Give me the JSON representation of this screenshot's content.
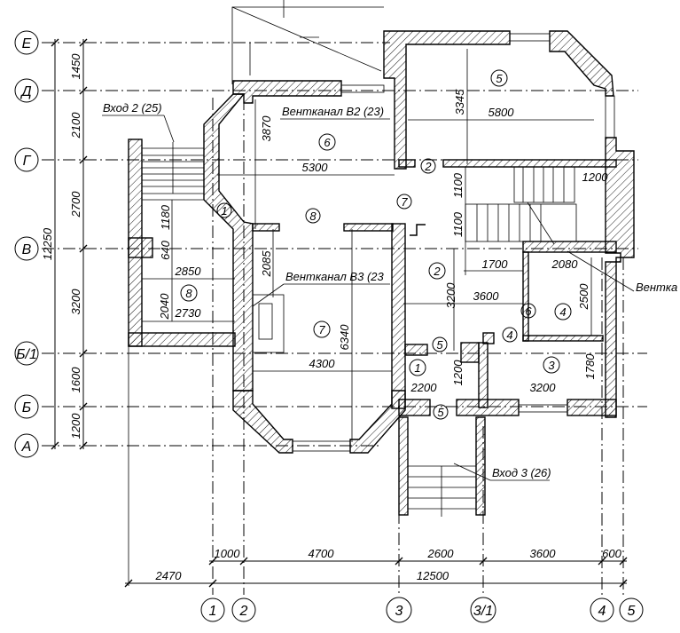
{
  "axes_rows": [
    "Е",
    "Д",
    "Г",
    "В",
    "Б/1",
    "Б",
    "А"
  ],
  "axes_cols": [
    "1",
    "2",
    "3",
    "3/1",
    "4",
    "5"
  ],
  "left_dims": {
    "overall": "12250",
    "d1": "1450",
    "d2": "2100",
    "d3": "2700",
    "d4": "3200",
    "d5": "1600",
    "d6": "1200"
  },
  "bottom_dims": {
    "d1": "1000",
    "d2": "4700",
    "d3": "2600",
    "d4": "3600",
    "d5": "600",
    "left": "2470",
    "overall": "12500"
  },
  "labels": {
    "entry2": "Вход 2 (25)",
    "vent_b2": "Вентканал В2 (23)",
    "vent_b3": "Вентканал В3 (23",
    "vent_right": "Вентка",
    "entry3": "Вход 3 (26)"
  },
  "inner_dims": {
    "a3870": "3870",
    "a5300": "5300",
    "a5800": "5800",
    "a3345": "3345",
    "a1100a": "1100",
    "a1100b": "1100",
    "a1200": "1200",
    "a1700": "1700",
    "a2080": "2080",
    "a3600": "3600",
    "a3200v": "3200",
    "a2500": "2500",
    "a2085": "2085",
    "a6340": "6340",
    "a4300": "4300",
    "a2200": "2200",
    "a1200v": "1200",
    "a3200": "3200",
    "a1780": "1780",
    "a1180": "1180",
    "a640": "640",
    "a2850": "2850",
    "a2040": "2040",
    "a2730": "2730"
  },
  "rooms": [
    "6",
    "5",
    "2",
    "7",
    "8",
    "1",
    "2",
    "6",
    "4",
    "4",
    "5",
    "1",
    "3",
    "5",
    "7",
    "8"
  ]
}
